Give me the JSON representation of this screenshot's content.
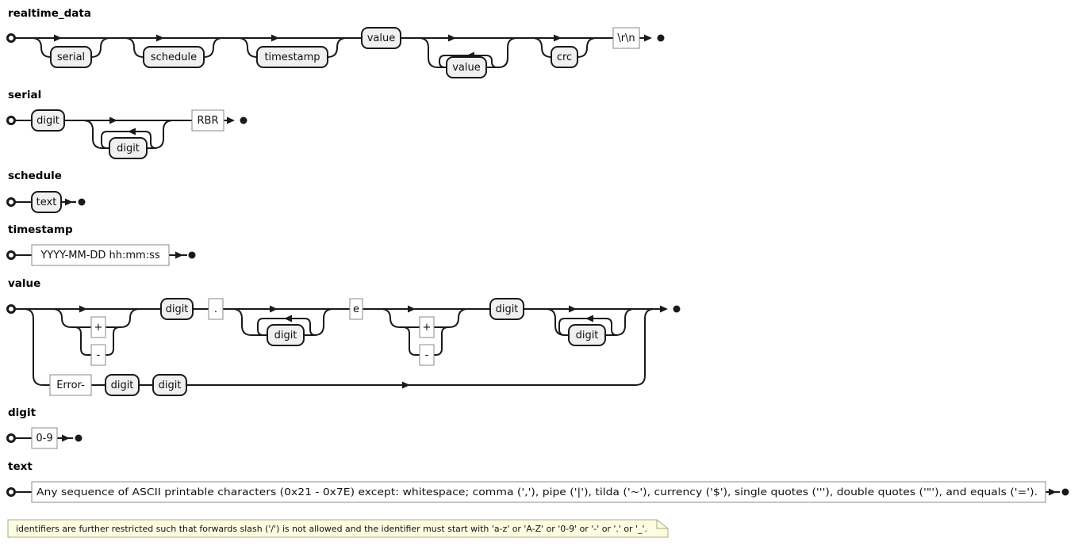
{
  "page": {
    "background": "#ffffff"
  },
  "colors": {
    "line": "#1a1a1a",
    "rounded_box_fill": "#f0f0f0",
    "rounded_box_border": "#1a1a1a",
    "square_box_fill": "#ffffff",
    "square_box_border": "#8a8a8a",
    "note_fill": "#fcfce1",
    "note_border": "#aaaa88"
  },
  "diagrams": [
    {
      "title": "realtime_data",
      "boxes": [
        {
          "label": "serial",
          "kind": "rounded"
        },
        {
          "label": "schedule",
          "kind": "rounded"
        },
        {
          "label": "timestamp",
          "kind": "rounded"
        },
        {
          "label": "value",
          "kind": "rounded"
        },
        {
          "label": "value",
          "kind": "rounded"
        },
        {
          "label": "crc",
          "kind": "rounded"
        },
        {
          "label": "\\r\\n",
          "kind": "terminal"
        }
      ]
    },
    {
      "title": "serial",
      "boxes": [
        {
          "label": "digit",
          "kind": "rounded"
        },
        {
          "label": "digit",
          "kind": "rounded"
        },
        {
          "label": "RBR",
          "kind": "terminal"
        }
      ]
    },
    {
      "title": "schedule",
      "boxes": [
        {
          "label": "text",
          "kind": "rounded"
        }
      ]
    },
    {
      "title": "timestamp",
      "boxes": [
        {
          "label": "YYYY-MM-DD hh:mm:ss",
          "kind": "terminal"
        }
      ]
    },
    {
      "title": "value",
      "boxes": [
        {
          "label": "+",
          "kind": "terminal"
        },
        {
          "label": "-",
          "kind": "terminal"
        },
        {
          "label": "digit",
          "kind": "rounded"
        },
        {
          "label": ".",
          "kind": "terminal"
        },
        {
          "label": "digit",
          "kind": "rounded"
        },
        {
          "label": "e",
          "kind": "terminal"
        },
        {
          "label": "+",
          "kind": "terminal"
        },
        {
          "label": "-",
          "kind": "terminal"
        },
        {
          "label": "digit",
          "kind": "rounded"
        },
        {
          "label": "digit",
          "kind": "rounded"
        },
        {
          "label": "Error-",
          "kind": "terminal"
        },
        {
          "label": "digit",
          "kind": "rounded"
        },
        {
          "label": "digit",
          "kind": "rounded"
        }
      ]
    },
    {
      "title": "digit",
      "boxes": [
        {
          "label": "0-9",
          "kind": "terminal"
        }
      ]
    },
    {
      "title": "text",
      "boxes": [
        {
          "label": "Any sequence of ASCII printable characters (0x21 - 0x7E) except: whitespace; comma (','), pipe ('|'), tilda ('~'), currency ('$'), single quotes ('''), double quotes ('\"'), and equals ('=').",
          "kind": "terminal"
        }
      ]
    }
  ],
  "note": {
    "text": "identifiers are further restricted such that forwards slash ('/') is not allowed and the identifier must start with 'a-z' or 'A-Z' or '0-9' or '-' or '.' or '_'."
  }
}
